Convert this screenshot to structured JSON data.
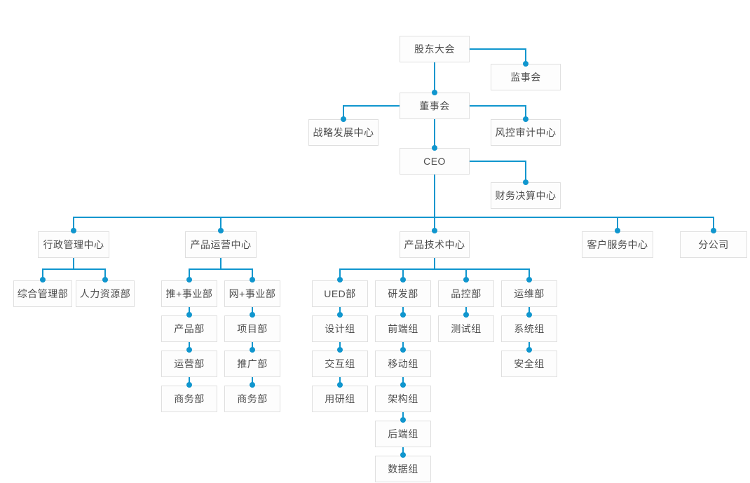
{
  "diagram": {
    "type": "org-chart",
    "colors": {
      "accent": "#1096ce",
      "box_border": "#dfdfdf",
      "box_fill": "#fdfdfd",
      "text": "#4d4d4d",
      "background": "#ffffff"
    },
    "nodes": {
      "shareholders_meeting": "股东大会",
      "supervisory_board": "监事会",
      "board_of_directors": "董事会",
      "strategy_center": "战略发展中心",
      "risk_audit_center": "风控审计中心",
      "ceo": "CEO",
      "finance_center": "财务决算中心",
      "admin_center": "行政管理中心",
      "product_ops_center": "产品运营中心",
      "product_tech_center": "产品技术中心",
      "customer_service_center": "客户服务中心",
      "branch_company": "分公司",
      "general_admin_dept": "综合管理部",
      "hr_dept": "人力资源部",
      "tui_division": "推+事业部",
      "wang_division": "网+事业部",
      "product_dept": "产品部",
      "project_dept": "项目部",
      "operations_dept": "运营部",
      "promotion_dept": "推广部",
      "business_dept_tui": "商务部",
      "business_dept_wang": "商务部",
      "ued_dept": "UED部",
      "rd_dept": "研发部",
      "qc_dept": "品控部",
      "devops_dept": "运维部",
      "design_group": "设计组",
      "interaction_group": "交互组",
      "user_research_group": "用研组",
      "frontend_group": "前端组",
      "mobile_group": "移动组",
      "architecture_group": "架构组",
      "backend_group": "后端组",
      "data_group": "数据组",
      "test_group": "测试组",
      "system_group": "系统组",
      "security_group": "安全组"
    },
    "edges": [
      [
        "shareholders_meeting",
        "supervisory_board"
      ],
      [
        "shareholders_meeting",
        "board_of_directors"
      ],
      [
        "board_of_directors",
        "strategy_center"
      ],
      [
        "board_of_directors",
        "risk_audit_center"
      ],
      [
        "board_of_directors",
        "ceo"
      ],
      [
        "ceo",
        "finance_center"
      ],
      [
        "ceo",
        "admin_center"
      ],
      [
        "ceo",
        "product_ops_center"
      ],
      [
        "ceo",
        "product_tech_center"
      ],
      [
        "ceo",
        "customer_service_center"
      ],
      [
        "ceo",
        "branch_company"
      ],
      [
        "admin_center",
        "general_admin_dept"
      ],
      [
        "admin_center",
        "hr_dept"
      ],
      [
        "product_ops_center",
        "tui_division"
      ],
      [
        "product_ops_center",
        "wang_division"
      ],
      [
        "tui_division",
        "product_dept"
      ],
      [
        "product_dept",
        "operations_dept"
      ],
      [
        "operations_dept",
        "business_dept_tui"
      ],
      [
        "wang_division",
        "project_dept"
      ],
      [
        "project_dept",
        "promotion_dept"
      ],
      [
        "promotion_dept",
        "business_dept_wang"
      ],
      [
        "product_tech_center",
        "ued_dept"
      ],
      [
        "product_tech_center",
        "rd_dept"
      ],
      [
        "product_tech_center",
        "qc_dept"
      ],
      [
        "product_tech_center",
        "devops_dept"
      ],
      [
        "ued_dept",
        "design_group"
      ],
      [
        "design_group",
        "interaction_group"
      ],
      [
        "interaction_group",
        "user_research_group"
      ],
      [
        "rd_dept",
        "frontend_group"
      ],
      [
        "frontend_group",
        "mobile_group"
      ],
      [
        "mobile_group",
        "architecture_group"
      ],
      [
        "architecture_group",
        "backend_group"
      ],
      [
        "backend_group",
        "data_group"
      ],
      [
        "qc_dept",
        "test_group"
      ],
      [
        "devops_dept",
        "system_group"
      ],
      [
        "system_group",
        "security_group"
      ]
    ]
  }
}
